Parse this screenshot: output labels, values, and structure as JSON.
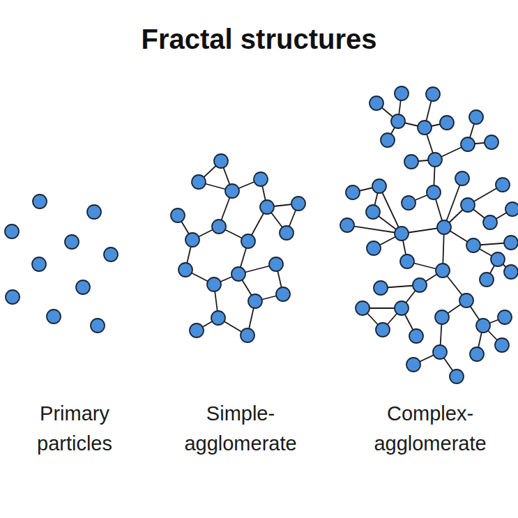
{
  "diagram": {
    "title": "Fractal structures",
    "labels": [
      "Primary particles",
      "Simple- agglomerate",
      "Complex- agglomerate"
    ]
  }
}
